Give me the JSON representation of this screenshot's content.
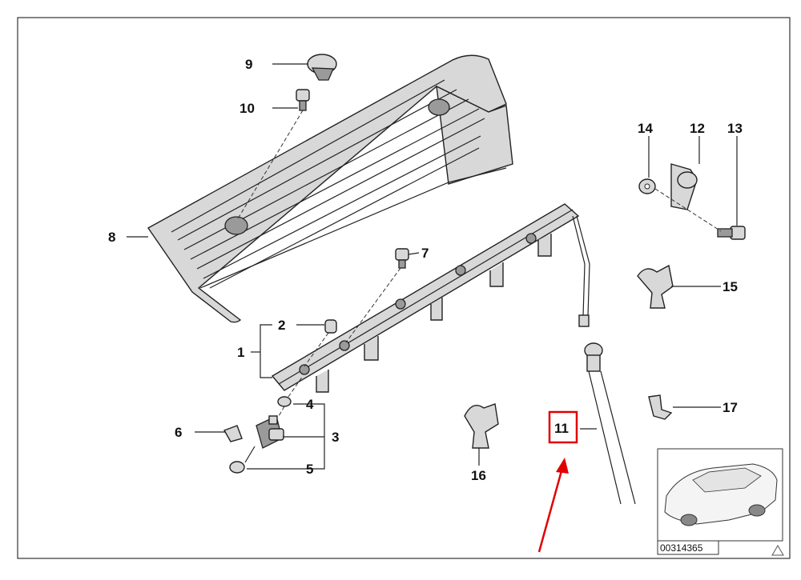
{
  "diagram": {
    "labels": {
      "l1": "1",
      "l2": "2",
      "l3": "3",
      "l4": "4",
      "l5": "5",
      "l6": "6",
      "l7": "7",
      "l8": "8",
      "l9": "9",
      "l10": "10",
      "l11": "11",
      "l12": "12",
      "l13": "13",
      "l14": "14",
      "l15": "15",
      "l16": "16",
      "l17": "17"
    },
    "reference_number": "00314365",
    "highlight_color": "#e00000",
    "inset_icon": "car-sedan-icon",
    "corner_icon": "warning-triangle-icon"
  }
}
